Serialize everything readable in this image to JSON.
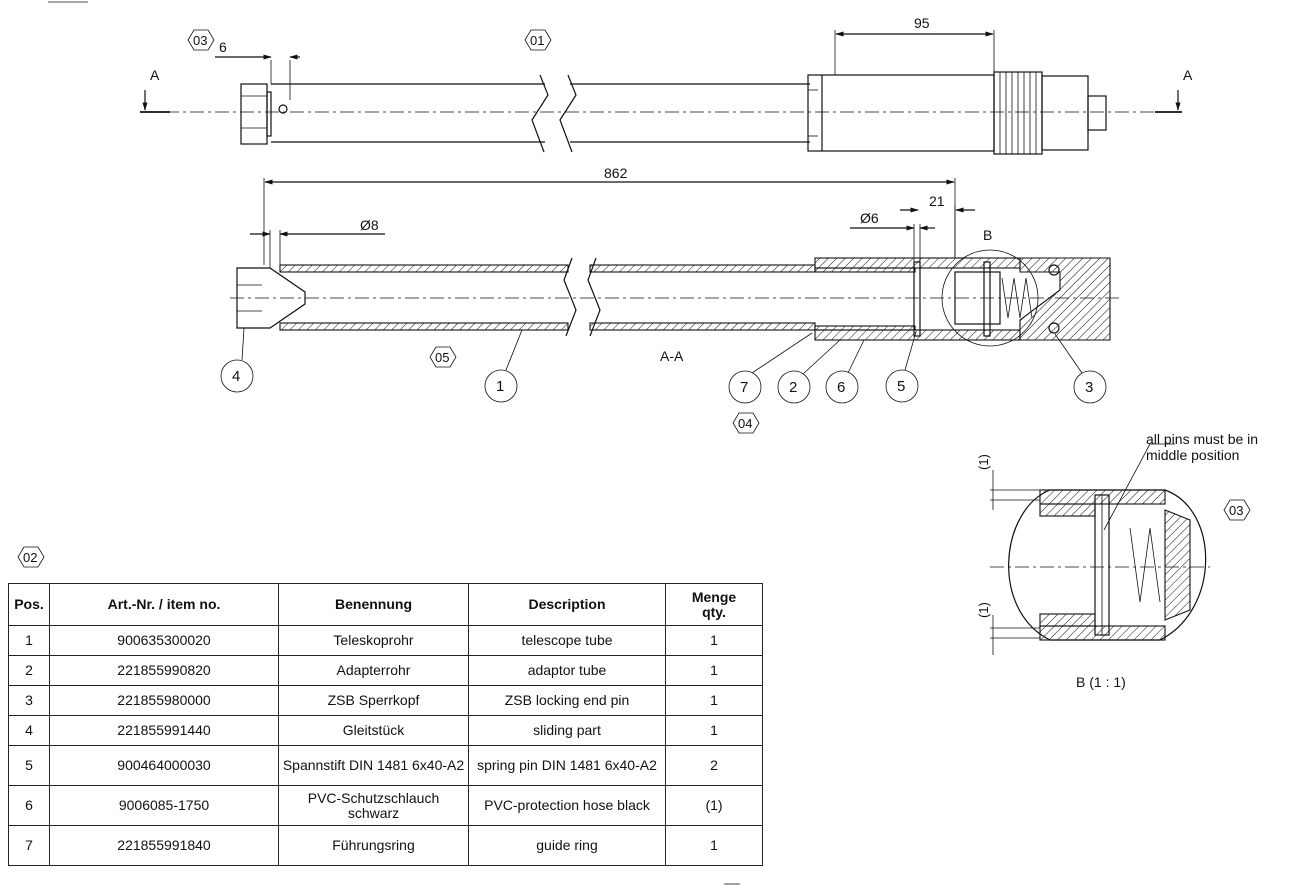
{
  "top_view": {
    "marker_left": "03",
    "marker_mid": "01",
    "dim_left": "6",
    "dim_right": "95",
    "section_left": "A",
    "section_right": "A"
  },
  "section_view": {
    "dim_total": "862",
    "dim_diam8": "Ø8",
    "dim_diam6": "Ø6",
    "dim_21": "21",
    "detail_letter": "B",
    "marker_05": "05",
    "marker_04": "04",
    "section_label": "A-A",
    "balloons": [
      "4",
      "1",
      "7",
      "2",
      "6",
      "5",
      "3"
    ]
  },
  "detail_view": {
    "note_line1": "all pins must be in",
    "note_line2": "middle position",
    "marker": "03",
    "dim_top": "(1)",
    "dim_bottom": "(1)",
    "caption": "B (1 : 1)"
  },
  "table": {
    "marker": "02",
    "headers": {
      "pos": "Pos.",
      "art": "Art.-Nr. / item no.",
      "benennung": "Benennung",
      "description": "Description",
      "menge1": "Menge",
      "menge2": "qty."
    },
    "rows": [
      {
        "pos": "1",
        "art": "900635300020",
        "benennung": "Teleskoprohr",
        "description": "telescope tube",
        "qty": "1"
      },
      {
        "pos": "2",
        "art": "221855990820",
        "benennung": "Adapterrohr",
        "description": "adaptor tube",
        "qty": "1"
      },
      {
        "pos": "3",
        "art": "221855980000",
        "benennung": "ZSB Sperrkopf",
        "description": "ZSB locking end pin",
        "qty": "1"
      },
      {
        "pos": "4",
        "art": "221855991440",
        "benennung": "Gleitstück",
        "description": "sliding part",
        "qty": "1"
      },
      {
        "pos": "5",
        "art": "900464000030",
        "benennung": "Spannstift DIN 1481 6x40-A2",
        "description": "spring pin DIN 1481 6x40-A2",
        "qty": "2"
      },
      {
        "pos": "6",
        "art": "9006085-1750",
        "benennung": "PVC-Schutzschlauch schwarz",
        "description": "PVC-protection hose black",
        "qty": "(1)"
      },
      {
        "pos": "7",
        "art": "221855991840",
        "benennung": "Führungsring",
        "description": "guide ring",
        "qty": "1"
      }
    ]
  }
}
